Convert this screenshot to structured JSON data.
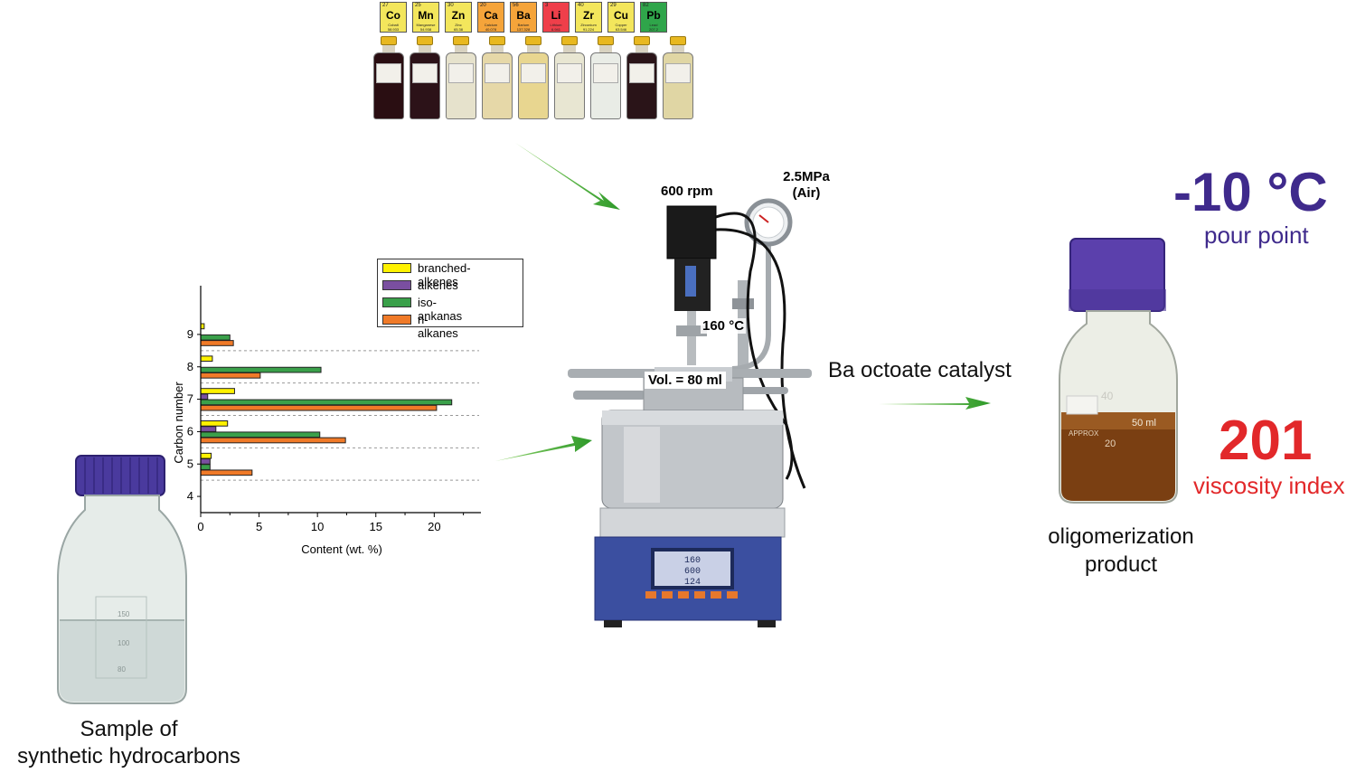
{
  "elements": [
    {
      "number": "27",
      "symbol": "Co",
      "name": "Cobalt",
      "mass": "58.933",
      "color": "#f3e65c"
    },
    {
      "number": "25",
      "symbol": "Mn",
      "name": "Manganese",
      "mass": "54.938",
      "color": "#f3e65c"
    },
    {
      "number": "30",
      "symbol": "Zn",
      "name": "Zinc",
      "mass": "65.38",
      "color": "#f3e65c"
    },
    {
      "number": "20",
      "symbol": "Ca",
      "name": "Calcium",
      "mass": "40.078",
      "color": "#f5a43a"
    },
    {
      "number": "56",
      "symbol": "Ba",
      "name": "Barium",
      "mass": "137.328",
      "color": "#f5a43a"
    },
    {
      "number": "3",
      "symbol": "Li",
      "name": "Lithium",
      "mass": "6.941",
      "color": "#ef3f4a"
    },
    {
      "number": "40",
      "symbol": "Zr",
      "name": "Zirconium",
      "mass": "91.224",
      "color": "#f3e65c"
    },
    {
      "number": "29",
      "symbol": "Cu",
      "name": "Copper",
      "mass": "63.546",
      "color": "#f3e65c"
    },
    {
      "number": "82",
      "symbol": "Pb",
      "name": "Lead",
      "mass": "207.2",
      "color": "#2fa54a"
    }
  ],
  "bottles": [
    {
      "liquid": "#2a0e12"
    },
    {
      "liquid": "#2c1218"
    },
    {
      "liquid": "#e6e2cc"
    },
    {
      "liquid": "#e6d8a8"
    },
    {
      "liquid": "#e8d690"
    },
    {
      "liquid": "#e8e6d2"
    },
    {
      "liquid": "#e9ece6"
    },
    {
      "liquid": "#2a1418"
    },
    {
      "liquid": "#e0d6a4"
    }
  ],
  "reactor": {
    "speed": "600 rpm",
    "pressure_line1": "2.5MPa",
    "pressure_line2": "(Air)",
    "temperature": "160 °C",
    "volume": "Vol. = 80 ml"
  },
  "catalyst_label": "Ba octoate catalyst",
  "sample_label_line1": "Sample of",
  "sample_label_line2": "synthetic hydrocarbons",
  "product_label_line1": "oligomerization",
  "product_label_line2": "product",
  "pour_point_value": "-10 °C",
  "pour_point_label": "pour point",
  "viscosity_value": "201",
  "viscosity_label": "viscosity index",
  "colors": {
    "arrow": "#4ab234",
    "purple": "#3f2a8c",
    "red": "#e2282a"
  },
  "chart_data": {
    "type": "bar",
    "orientation": "horizontal",
    "categories": [
      "4",
      "5",
      "6",
      "7",
      "8",
      "9"
    ],
    "series": [
      {
        "name": "branched-alkenes",
        "color": "#fff200",
        "values": [
          0,
          0.9,
          2.3,
          2.9,
          1.0,
          0.3
        ]
      },
      {
        "name": "alkenes",
        "color": "#7a4fa0",
        "values": [
          0,
          0.8,
          1.3,
          0.6,
          0,
          0
        ]
      },
      {
        "name": "iso-ankanas",
        "color": "#3aa04a",
        "values": [
          0,
          0.8,
          10.2,
          21.5,
          10.3,
          2.5
        ]
      },
      {
        "name": "n-alkanes",
        "color": "#f07a28",
        "values": [
          0,
          4.4,
          12.4,
          20.2,
          5.1,
          2.8
        ]
      }
    ],
    "xlabel": "Content (wt. %)",
    "ylabel": "Carbon number",
    "xticks": [
      "0",
      "5",
      "10",
      "15",
      "20"
    ],
    "xlim": [
      0,
      24
    ],
    "legend": "top-right"
  },
  "product_bottle_marks": {
    "m40": "40",
    "m50": "50 ml",
    "approx": "APPROX",
    "m20": "20"
  },
  "sample_bottle_marks": {
    "m150": "150",
    "m100": "100",
    "m80": "80"
  },
  "display_readout": {
    "line1": "160",
    "line2": "600",
    "line3": "124"
  }
}
